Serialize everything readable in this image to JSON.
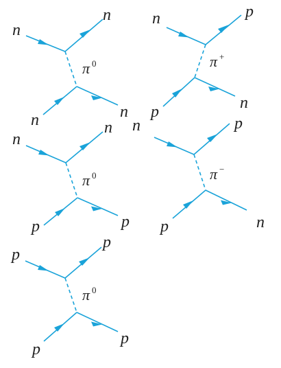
{
  "colors": {
    "line": "#1aa3d9",
    "text": "#222222"
  },
  "diagrams": [
    {
      "in_top": "n",
      "out_top": "n",
      "in_bottom": "n",
      "out_bottom": "n",
      "exchange": "π",
      "charge": "0"
    },
    {
      "in_top": "n",
      "out_top": "p",
      "in_bottom": "p",
      "out_bottom": "n",
      "exchange": "π",
      "charge": "+"
    },
    {
      "in_top": "n",
      "out_top": "n",
      "in_bottom": "p",
      "out_bottom": "p",
      "exchange": "π",
      "charge": "0"
    },
    {
      "in_top": "n",
      "out_top": "p",
      "in_bottom": "p",
      "out_bottom": "n",
      "exchange": "π",
      "charge": "−"
    },
    {
      "in_top": "p",
      "out_top": "p",
      "in_bottom": "p",
      "out_bottom": "p",
      "exchange": "π",
      "charge": "0"
    }
  ]
}
